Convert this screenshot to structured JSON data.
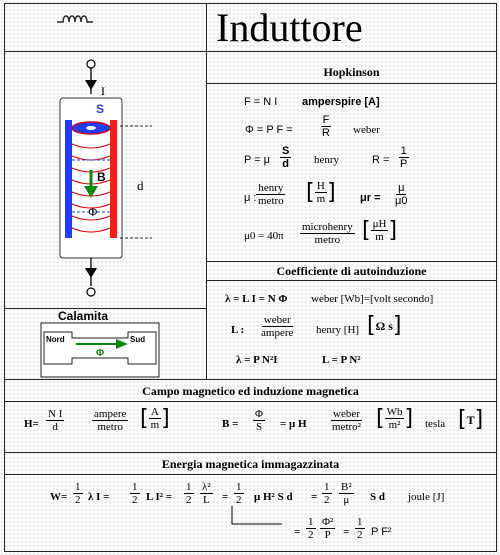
{
  "title": "Induttore",
  "icon": "coil-icon",
  "diagram": {
    "current_label": "I",
    "s_label": "S",
    "b_label": "B",
    "phi_label": "Φ",
    "d_label": "d",
    "calamita_title": "Calamita",
    "nord": "Nord",
    "sud": "Sud",
    "calamita_phi": "Φ"
  },
  "hopkinson": {
    "title": "Hopkinson",
    "f_eq": "F = N I",
    "amperspire": "amperspire [A]",
    "phi_eq": "Φ = P F =",
    "f_num": "F",
    "r_den": "R",
    "weber": "weber",
    "p_eq": "P = μ",
    "s_num": "S",
    "d_den": "d",
    "henry": "henry",
    "r_eq": "R =",
    "one": "1",
    "p_den": "P",
    "mu_label": "μ :",
    "henry_num": "henry",
    "metro_den": "metro",
    "h_num": "H",
    "m_den": "m",
    "mur_label": "μr =",
    "mu_num": "μ",
    "mu0_den": "μ0",
    "mu0_eq": "μ0 = 40π",
    "microhenry_num": "microhenry",
    "metro_den2": "metro",
    "uh_num": "μH",
    "m_den2": "m"
  },
  "autoinduzione": {
    "title": "Coefficiente di autoinduzione",
    "lambda_eq": "λ = L I = N Φ",
    "weber_text": "weber [Wb]=[volt secondo]",
    "l_label": "L :",
    "weber_num": "weber",
    "ampere_den": "ampere",
    "henry_text": "henry [H]",
    "ohm_s": "Ω s",
    "lambda2": "λ = P N²I",
    "l_eq": "L = P N²"
  },
  "campo": {
    "title": "Campo magnetico ed induzione magnetica",
    "h_eq": "H=",
    "ni_num": "N I",
    "d_den": "d",
    "ampere_num": "ampere",
    "metro_den": "metro",
    "a_num": "A",
    "m_den": "m",
    "b_eq": "B =",
    "phi_num": "Φ",
    "s_den": "S",
    "mu_h": "= μ H",
    "weber_num": "weber",
    "metro2_den": "metro²",
    "wb_num": "Wb",
    "m2_den": "m²",
    "tesla": "tesla",
    "t_unit": "T"
  },
  "energia": {
    "title": "Energia magnetica immagazzinata",
    "w_eq": "W=",
    "one": "1",
    "two": "2",
    "li": "λ I =",
    "li2": "L I² =",
    "lambda2": "λ²",
    "l_den": "L",
    "eq": "=",
    "muh2": "μ H² S d",
    "b2": "B²",
    "mu_den": "μ",
    "sd": "S d",
    "joule": "joule [J]",
    "phi2": "Φ²",
    "p_den": "P",
    "pf2": "P F²"
  }
}
